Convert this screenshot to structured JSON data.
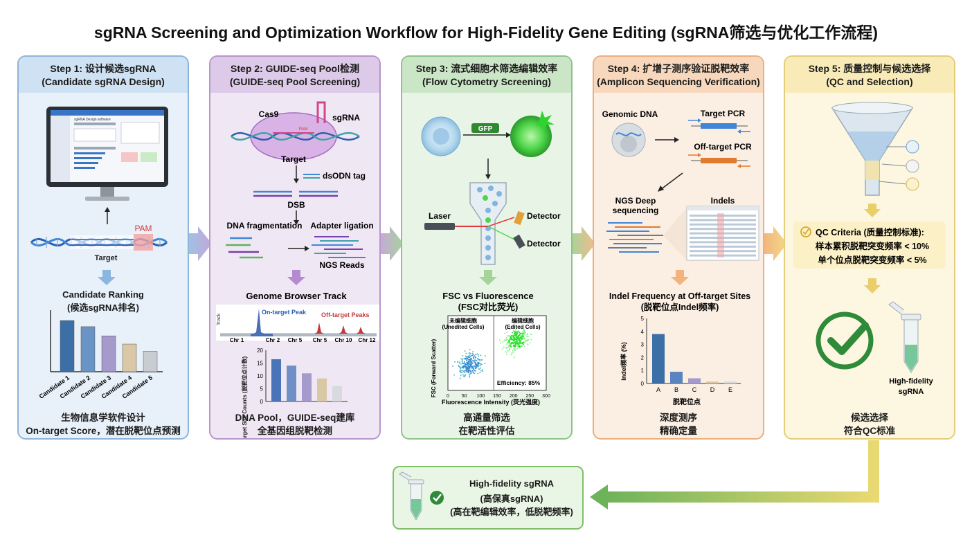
{
  "title": "sgRNA Screening and Optimization Workflow for High-Fidelity Gene Editing (sgRNA筛选与优化工作流程)",
  "colors": {
    "step1": "#cfe2f3",
    "step2": "#ddc9e8",
    "step3": "#cbe6c6",
    "step4": "#f8d8bd",
    "step5": "#f8ebb8",
    "output": "#eaf6e5"
  },
  "step1": {
    "heading_line1": "Step 1: 设计候选sgRNA",
    "heading_line2": "(Candidate sgRNA Design)",
    "software_title": "sgRNA Design software",
    "pam_label": "PAM",
    "target_label": "Target",
    "ranking_title": "Candidate Ranking",
    "ranking_subtitle": "(候选sgRNA排名)",
    "chart_data": {
      "type": "bar",
      "categories": [
        "Candidate 1",
        "Candidate 2",
        "Candidate 3",
        "Candidate 4",
        "Candidate 5"
      ],
      "values": [
        100,
        88,
        70,
        54,
        40
      ]
    },
    "footer_line1": "生物信息学软件设计",
    "footer_line2": "On-target Score，潜在脱靶位点预测"
  },
  "step2": {
    "heading_line1": "Step 2: GUIDE-seq Pool检测",
    "heading_line2": "(GUIDE-seq Pool Screening)",
    "cas9_label": "Cas9",
    "sgrna_label": "sgRNA",
    "pam_label": "PAM",
    "target_label": "Target",
    "dsodn_label": "dsODN tag",
    "dsb_label": "DSB",
    "fragmentation_label": "DNA fragmentation",
    "adapter_label": "Adapter ligation",
    "reads_label": "NGS Reads",
    "browser_title": "Genome Browser Track",
    "track_label": "Track",
    "on_target_label": "On-target Peak",
    "off_target_label": "Off-target Peaks",
    "chr_labels": [
      "Chr 1",
      "Chr 2",
      "Chr 5",
      "Chr 5",
      "Chr 10",
      "Chr 12"
    ],
    "ylabel": "Off-target Site Counts (脱靶位点计数)",
    "chart_data": {
      "type": "bar",
      "ylim": [
        0,
        20
      ],
      "yticks": [
        0,
        5,
        10,
        15,
        20
      ],
      "values": [
        16.5,
        14,
        11,
        9,
        6
      ]
    },
    "footer_line1": "DNA Pool，GUIDE-seq建库",
    "footer_line2": "全基因组脱靶检测"
  },
  "step3": {
    "heading_line1": "Step 3: 流式细胞术筛选编辑效率",
    "heading_line2": "(Flow Cytometry Screening)",
    "gfp_label": "GFP",
    "laser_label": "Laser",
    "detector_label_1": "Detector",
    "detector_label_2": "Detector",
    "plot_title": "FSC vs Fluorescence",
    "plot_subtitle": "(FSC对比荧光)",
    "unedited_cn": "未编辑细胞",
    "unedited_en": "(Unedited Cells)",
    "edited_cn": "编辑细胞",
    "edited_en": "(Edited Cells)",
    "efficiency": "Efficiency: 85%",
    "ylabel": "FSC (Forward Scatter)",
    "xlabel": "Fluorescence Intensity (荧光强度)",
    "chart_data": {
      "type": "scatter",
      "xlim": [
        0,
        300
      ],
      "xticks": [
        0,
        50,
        100,
        150,
        200,
        250,
        300
      ],
      "gate_x": 140,
      "clusters": [
        {
          "name": "Unedited",
          "cx": 70,
          "cy": 0.35
        },
        {
          "name": "Edited",
          "cx": 210,
          "cy": 0.68
        }
      ],
      "efficiency_percent": 85
    },
    "footer_line1": "高通量筛选",
    "footer_line2": "在靶活性评估"
  },
  "step4": {
    "heading_line1": "Step 4: 扩增子测序验证脱靶效率",
    "heading_line2": "(Amplicon Sequencing Verification)",
    "genomic_label": "Genomic DNA",
    "target_pcr_label": "Target PCR",
    "offtarget_pcr_label": "Off-target PCR",
    "ngs_label_line1": "NGS Deep",
    "ngs_label_line2": "sequencing",
    "indels_label": "Indels",
    "chart_title": "Indel Frequency at Off-target Sites",
    "chart_subtitle": "(脱靶位点Indel频率)",
    "ylabel": "Indel频率 (%)",
    "xlabel": "脱靶位点",
    "chart_data": {
      "type": "bar",
      "categories": [
        "A",
        "B",
        "C",
        "D",
        "E"
      ],
      "values": [
        3.8,
        0.9,
        0.4,
        0.15,
        0.15
      ],
      "ylim": [
        0,
        5
      ],
      "yticks": [
        0,
        1,
        2,
        3,
        4,
        5
      ]
    },
    "footer_line1": "深度测序",
    "footer_line2": "精确定量"
  },
  "step5": {
    "heading_line1": "Step 5: 质量控制与候选选择",
    "heading_line2": "(QC and Selection)",
    "qc_title": "QC Criteria (质量控制标准):",
    "qc_line1": "样本累积脱靶突变频率 < 10%",
    "qc_line2": "单个位点脱靶突变频率 < 5%",
    "tube_label_line1": "High-fidelity",
    "tube_label_line2": "sgRNA",
    "footer_line1": "候选选择",
    "footer_line2": "符合QC标准"
  },
  "output": {
    "line1": "High-fidelity sgRNA",
    "line2": "(高保真sgRNA)",
    "line3": "(高在靶编辑效率，低脱靶频率)"
  }
}
